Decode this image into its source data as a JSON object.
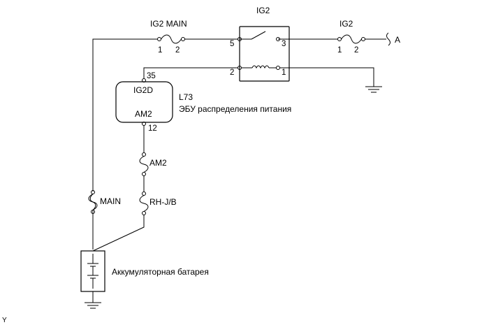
{
  "labels": {
    "ig2_main": "IG2 MAIN",
    "ig2_relay": "IG2",
    "ig2_fuse": "IG2",
    "connector_a": "A",
    "ecu_code": "L73",
    "ecu_name": "ЭБУ распределения питания",
    "ecu_pin_top": "IG2D",
    "ecu_pin_bottom": "AM2",
    "fuse_am2": "AM2",
    "fuse_rhjb": "RH-J/B",
    "fuse_main": "MAIN",
    "battery": "Аккумуляторная батарея",
    "corner_mark": "Y"
  },
  "pins": {
    "ig2main_1": "1",
    "ig2main_2": "2",
    "relay_5": "5",
    "relay_3": "3",
    "relay_2": "2",
    "relay_1": "1",
    "ig2fuse_1": "1",
    "ig2fuse_2": "2",
    "ecu_35": "35",
    "ecu_12": "12"
  }
}
